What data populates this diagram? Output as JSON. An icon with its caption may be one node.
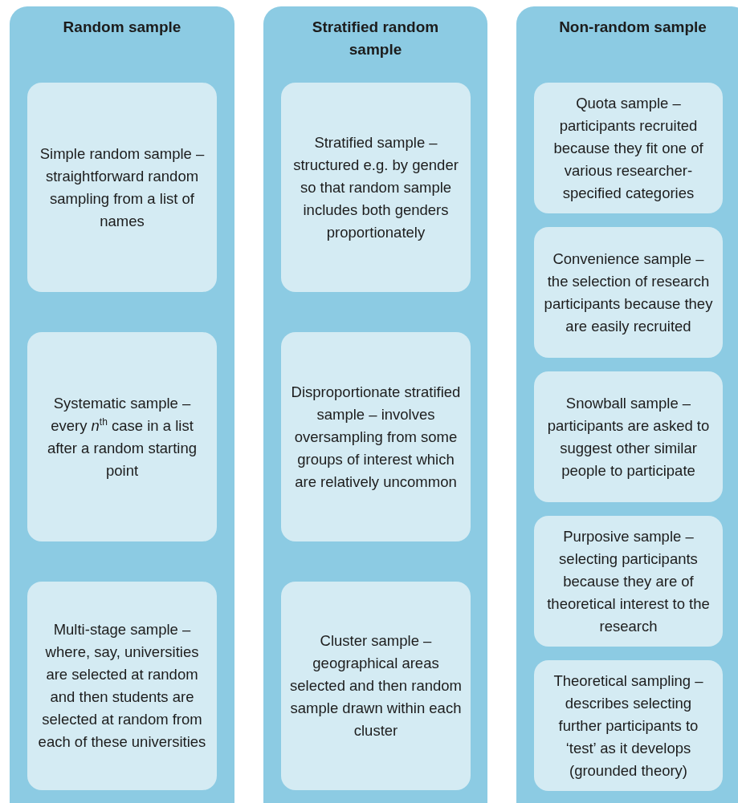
{
  "diagram": {
    "nodes": [
      {
        "text": [
          "Random sample"
        ]
      },
      {
        "text": [
          "Simple random sample – straightforward random sampling from a list of names"
        ],
        "in": 0
      },
      {
        "text": [
          "Systematic sample – every *n*$^{th}$ case in a list after a random starting point"
        ],
        "in": 0
      },
      {
        "text": [
          "Multi-stage sample – where, say, universities are selected at random and then students are selected at random from each of these universities"
        ],
        "in": 0
      },
      {
        "text": [
          "Stratified random sample"
        ]
      },
      {
        "text": [
          "Stratified sample – structured e.g. by gender so that random sample includes both genders proportionately"
        ],
        "in": 4
      },
      {
        "text": [
          "Disproportionate stratified sample – involves oversampling from some groups of interest which are relatively uncommon"
        ],
        "in": 4
      },
      {
        "text": [
          "Cluster sample – geographical areas selected and then random sample drawn within each cluster"
        ],
        "in": 4
      },
      {
        "text": [
          "Non-random sample"
        ]
      },
      {
        "text": [
          "Quota sample – participants recruited because they fit one of various researcher-specified categories"
        ],
        "in": 8
      },
      {
        "text": [
          "Convenience sample – the selection of research participants because they are easily recruited"
        ],
        "in": 8
      },
      {
        "text": [
          "Snowball sample – participants are asked to suggest other similar people to participate"
        ],
        "in": 8
      },
      {
        "text": [
          "Purposive sample – selecting participants because they are of theoretical interest to the research"
        ],
        "in": 8
      },
      {
        "text": [
          "Theoretical sampling – describes selecting further participants to ‘test’ as it develops (grounded theory)"
        ],
        "in": 8
      }
    ]
  }
}
